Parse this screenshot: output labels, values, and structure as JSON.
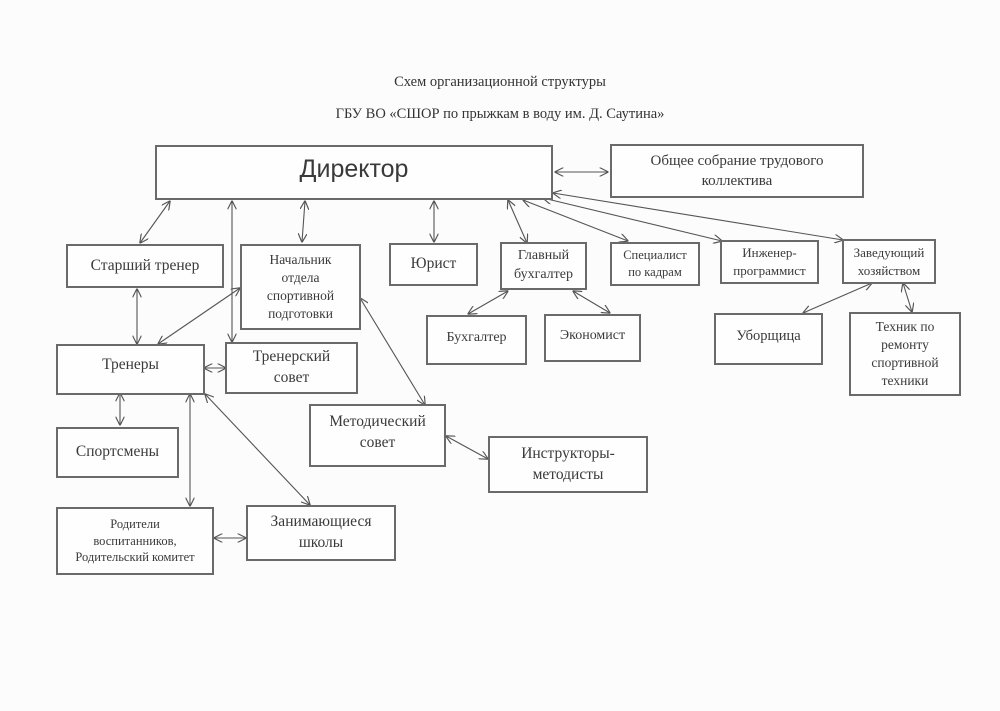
{
  "header": {
    "title": "Схем организационной структуры",
    "subtitle": "ГБУ ВО «СШОР по прыжкам в воду им. Д. Саутина»"
  },
  "nodes": {
    "director": "Директор",
    "general_meeting": "Общее собрание трудового\nколлектива",
    "senior_coach": "Старший тренер",
    "head_sports_training": "Начальник\nотдела\nспортивной\nподготовки",
    "lawyer": "Юрист",
    "chief_accountant": "Главный\nбухгалтер",
    "hr_specialist": "Специалист\nпо кадрам",
    "software_engineer": "Инженер-\nпрограммист",
    "facilities_manager": "Заведующий\nхозяйством",
    "accountant": "Бухгалтер",
    "economist": "Экономист",
    "cleaner": "Уборщица",
    "equipment_technician": "Техник по\nремонту\nспортивной\nтехники",
    "coaches": "Тренеры",
    "coaching_council": "Тренерский\nсовет",
    "methodical_council": "Методический\nсовет",
    "instructors_methodologists": "Инструкторы-\nметодисты",
    "athletes": "Спортсмены",
    "parents_committee": "Родители\nвоспитанников,\nРодительский комитет",
    "school_trainees": "Занимающиеся\nшколы"
  },
  "edges": [
    [
      "director",
      "general_meeting"
    ],
    [
      "director",
      "senior_coach"
    ],
    [
      "director",
      "coaching_council"
    ],
    [
      "director",
      "head_sports_training"
    ],
    [
      "director",
      "lawyer"
    ],
    [
      "director",
      "chief_accountant"
    ],
    [
      "director",
      "hr_specialist"
    ],
    [
      "director",
      "software_engineer"
    ],
    [
      "director",
      "facilities_manager"
    ],
    [
      "chief_accountant",
      "accountant"
    ],
    [
      "chief_accountant",
      "economist"
    ],
    [
      "facilities_manager",
      "cleaner"
    ],
    [
      "facilities_manager",
      "equipment_technician"
    ],
    [
      "senior_coach",
      "coaches"
    ],
    [
      "head_sports_training",
      "coaches"
    ],
    [
      "head_sports_training",
      "methodical_council"
    ],
    [
      "coaches",
      "coaching_council"
    ],
    [
      "coaches",
      "athletes"
    ],
    [
      "coaches",
      "parents_committee"
    ],
    [
      "coaches",
      "school_trainees"
    ],
    [
      "methodical_council",
      "instructors_methodologists"
    ],
    [
      "parents_committee",
      "school_trainees"
    ]
  ]
}
